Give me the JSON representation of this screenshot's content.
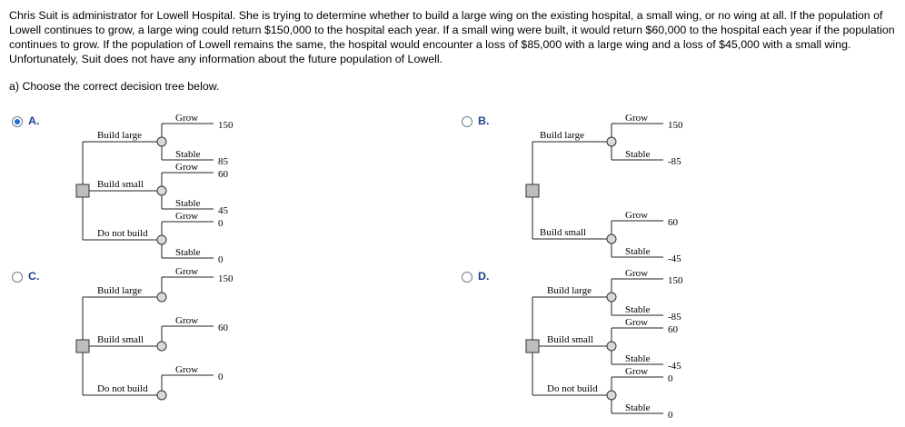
{
  "problem_text": "Chris Suit is administrator for Lowell Hospital. She is trying to determine whether to build a large wing on the existing hospital, a small wing, or no wing at all. If the population of Lowell continues to grow, a large wing could return $150,000 to the hospital each year. If a small wing were built, it would return $60,000 to the hospital each year if the population continues to grow. If the population of Lowell remains the same, the hospital would encounter a loss of $85,000 with a large wing and a loss of $45,000 with a small wing. Unfortunately, Suit does not have any information about the future population of Lowell.",
  "question": "a) Choose the correct decision tree below.",
  "options": [
    {
      "letter": "A.",
      "selected": true,
      "branches": [
        {
          "label": "Build large",
          "outcomes": [
            {
              "label": "Grow",
              "value": "150"
            },
            {
              "label": "Stable",
              "value": "85"
            }
          ]
        },
        {
          "label": "Build small",
          "outcomes": [
            {
              "label": "Grow",
              "value": "60"
            },
            {
              "label": "Stable",
              "value": "45"
            }
          ]
        },
        {
          "label": "Do not build",
          "outcomes": [
            {
              "label": "Grow",
              "value": "0"
            },
            {
              "label": "Stable",
              "value": "0"
            }
          ]
        }
      ]
    },
    {
      "letter": "B.",
      "selected": false,
      "branches": [
        {
          "label": "Build large",
          "outcomes": [
            {
              "label": "Grow",
              "value": "150"
            },
            {
              "label": "Stable",
              "value": "-85"
            }
          ]
        },
        {
          "label": "Build small",
          "outcomes": [
            {
              "label": "Grow",
              "value": "60"
            },
            {
              "label": "Stable",
              "value": "-45"
            }
          ]
        }
      ]
    },
    {
      "letter": "C.",
      "selected": false,
      "branches": [
        {
          "label": "Build large",
          "outcomes": [
            {
              "label": "Grow",
              "value": "150"
            }
          ]
        },
        {
          "label": "Build small",
          "outcomes": [
            {
              "label": "Grow",
              "value": "60"
            }
          ]
        },
        {
          "label": "Do not build",
          "outcomes": [
            {
              "label": "Grow",
              "value": "0"
            }
          ]
        }
      ]
    },
    {
      "letter": "D.",
      "selected": false,
      "branches": [
        {
          "label": "Build large",
          "outcomes": [
            {
              "label": "Grow",
              "value": "150"
            },
            {
              "label": "Stable",
              "value": "-85"
            }
          ]
        },
        {
          "label": "Build small",
          "outcomes": [
            {
              "label": "Grow",
              "value": "60"
            },
            {
              "label": "Stable",
              "value": "-45"
            }
          ]
        },
        {
          "label": "Do not build",
          "outcomes": [
            {
              "label": "Grow",
              "value": "0"
            },
            {
              "label": "Stable",
              "value": "0"
            }
          ]
        }
      ]
    }
  ],
  "colors": {
    "radio_selected": "#1e6fd2",
    "option_letter": "#1d3f8c",
    "decision_node": "#bdbdbd",
    "chance_node": "#d9d9d9"
  }
}
